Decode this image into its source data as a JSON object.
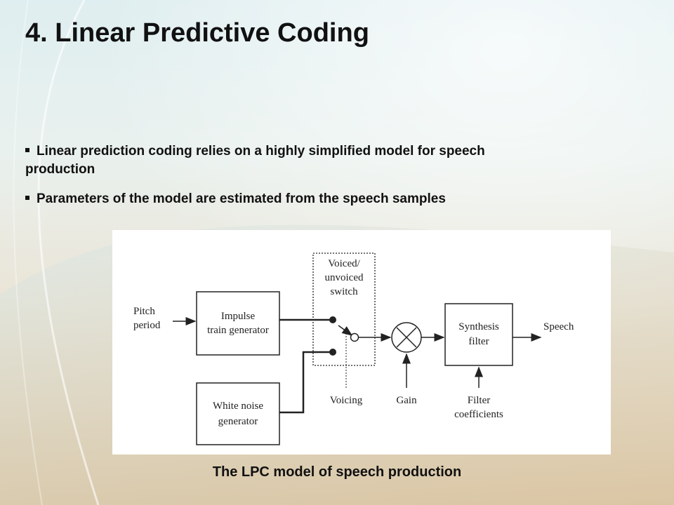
{
  "slide": {
    "title": "4. Linear Predictive Coding",
    "bullets": [
      "Linear prediction coding relies on a highly simplified model for speech production",
      "Parameters of the model are estimated from the speech samples"
    ],
    "caption": "The LPC model of speech production"
  },
  "diagram": {
    "pitch_label": [
      "Pitch",
      "period"
    ],
    "impulse_block": [
      "Impulse",
      "train generator"
    ],
    "noise_block": [
      "White noise",
      "generator"
    ],
    "switch_label": [
      "Voiced/",
      "unvoiced",
      "switch"
    ],
    "voicing_label": "Voicing",
    "gain_label": "Gain",
    "synthesis_block": [
      "Synthesis",
      "filter"
    ],
    "filter_coeff_label": [
      "Filter",
      "coefficients"
    ],
    "speech_label": "Speech"
  }
}
